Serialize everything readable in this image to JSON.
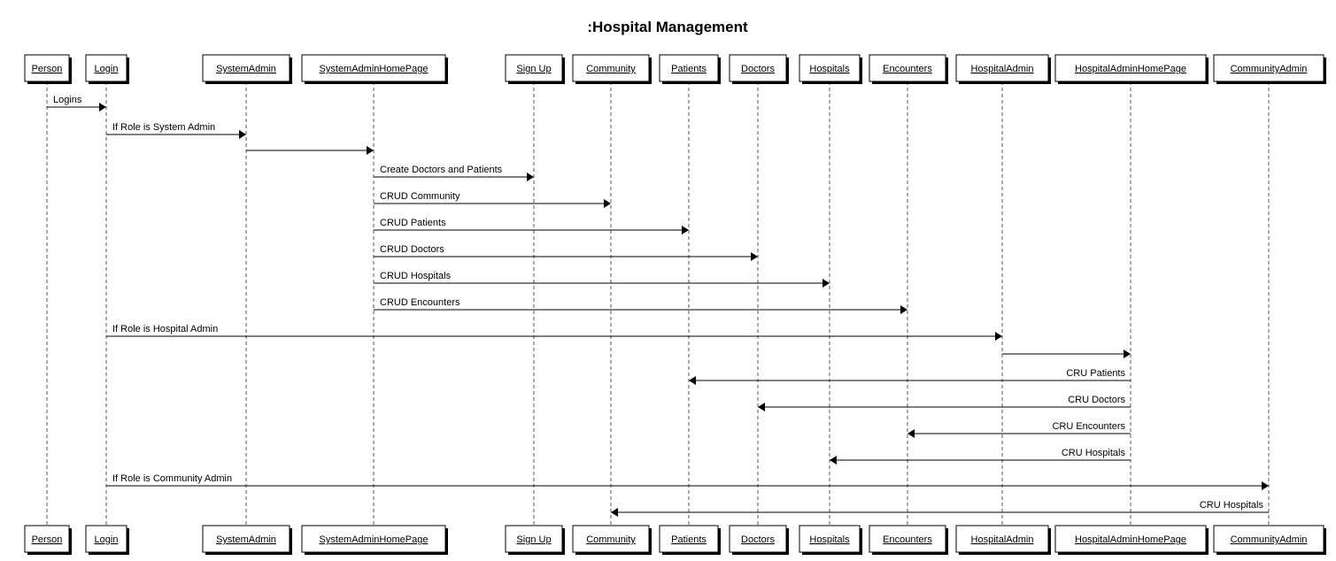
{
  "diagram": {
    "title": ":Hospital Management",
    "participants": [
      {
        "id": "person",
        "label": "Person"
      },
      {
        "id": "login",
        "label": "Login"
      },
      {
        "id": "systemadmin",
        "label": "SystemAdmin"
      },
      {
        "id": "systemadminhomepage",
        "label": "SystemAdminHomePage"
      },
      {
        "id": "signup",
        "label": "Sign Up"
      },
      {
        "id": "community",
        "label": "Community"
      },
      {
        "id": "patients",
        "label": "Patients"
      },
      {
        "id": "doctors",
        "label": "Doctors"
      },
      {
        "id": "hospitals",
        "label": "Hospitals"
      },
      {
        "id": "encounters",
        "label": "Encounters"
      },
      {
        "id": "hospitaladmin",
        "label": "HospitalAdmin"
      },
      {
        "id": "hospitaladminhomepage",
        "label": "HospitalAdminHomePage"
      },
      {
        "id": "communityadmin",
        "label": "CommunityAdmin"
      }
    ],
    "messages": [
      {
        "from": "person",
        "to": "login",
        "label": "Logins"
      },
      {
        "from": "login",
        "to": "systemadmin",
        "label": "If Role is System Admin"
      },
      {
        "from": "systemadmin",
        "to": "systemadminhomepage",
        "label": ""
      },
      {
        "from": "systemadminhomepage",
        "to": "signup",
        "label": "Create Doctors and Patients"
      },
      {
        "from": "systemadminhomepage",
        "to": "community",
        "label": "CRUD Community"
      },
      {
        "from": "systemadminhomepage",
        "to": "patients",
        "label": "CRUD Patients"
      },
      {
        "from": "systemadminhomepage",
        "to": "doctors",
        "label": "CRUD Doctors"
      },
      {
        "from": "systemadminhomepage",
        "to": "hospitals",
        "label": "CRUD Hospitals"
      },
      {
        "from": "systemadminhomepage",
        "to": "encounters",
        "label": "CRUD Encounters"
      },
      {
        "from": "login",
        "to": "hospitaladmin",
        "label": "If Role is Hospital Admin"
      },
      {
        "from": "hospitaladmin",
        "to": "hospitaladminhomepage",
        "label": ""
      },
      {
        "from": "hospitaladminhomepage",
        "to": "patients",
        "label": "CRU Patients"
      },
      {
        "from": "hospitaladminhomepage",
        "to": "doctors",
        "label": "CRU Doctors"
      },
      {
        "from": "hospitaladminhomepage",
        "to": "encounters",
        "label": "CRU Encounters"
      },
      {
        "from": "hospitaladminhomepage",
        "to": "hospitals",
        "label": "CRU Hospitals"
      },
      {
        "from": "login",
        "to": "communityadmin",
        "label": "If Role is Community Admin"
      },
      {
        "from": "communityadmin",
        "to": "community",
        "label": "CRU Hospitals"
      }
    ]
  }
}
